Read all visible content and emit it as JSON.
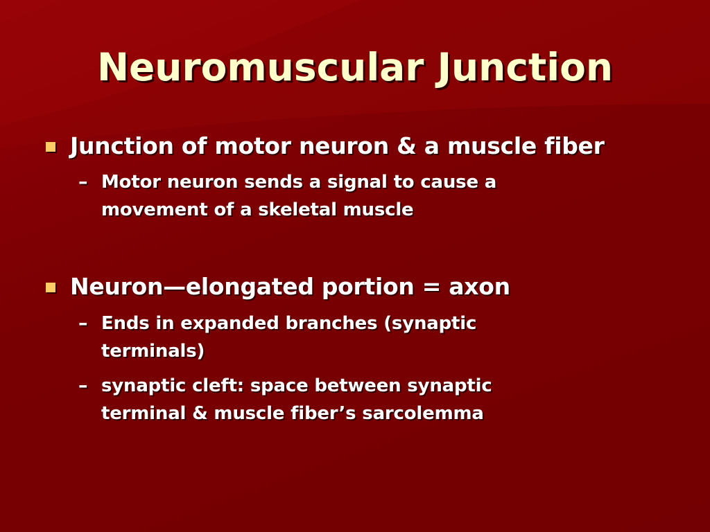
{
  "slide": {
    "title": "Neuromuscular Junction",
    "bullets": [
      {
        "text": "Junction of motor neuron & a muscle fiber",
        "subs": [
          {
            "dash": "–",
            "lines": [
              "Motor neuron sends a signal to cause a",
              "movement of a skeletal muscle"
            ]
          }
        ]
      },
      {
        "text": "Neuron—elongated portion = axon",
        "subs": [
          {
            "dash": "–",
            "lines": [
              "Ends in expanded branches (synaptic",
              "terminals)"
            ]
          },
          {
            "dash": "–",
            "lines": [
              "synaptic cleft:  space between synaptic",
              "terminal & muscle fiber’s sarcolemma"
            ]
          }
        ]
      }
    ]
  },
  "colors": {
    "background": "#7A0003",
    "title": "#FFFFCC",
    "bullet_marker": "#FFCC66",
    "body_text": "#FFFFFF"
  }
}
